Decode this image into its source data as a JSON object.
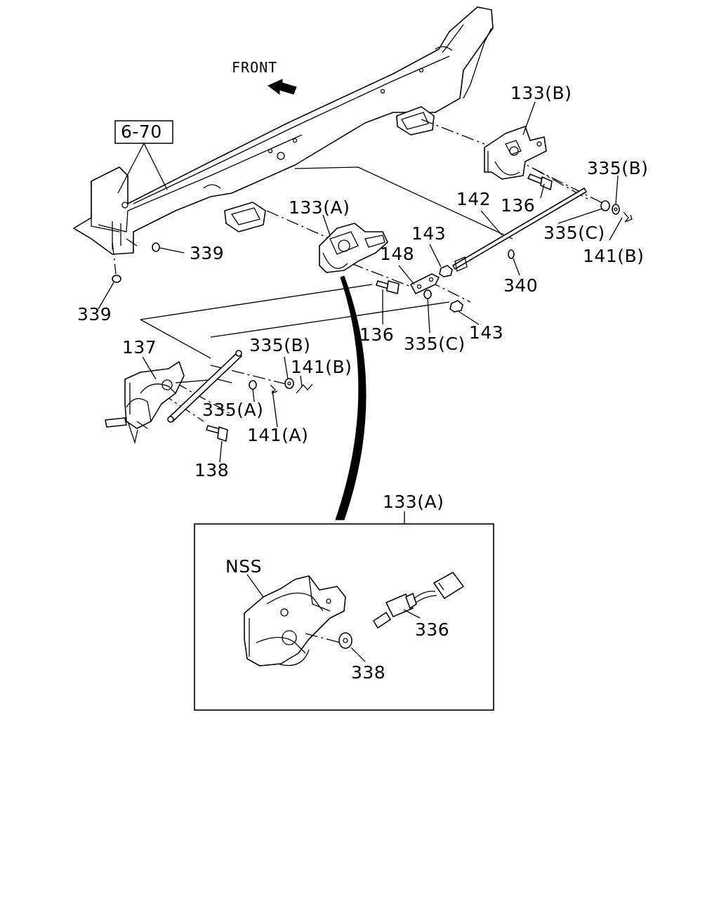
{
  "direction_label": "FRONT",
  "reference_box": "6-70",
  "labels": {
    "l133B": "133(B)",
    "l335B_top": "335(B)",
    "l133A": "133(A)",
    "l142": "142",
    "l136_right": "136",
    "l339_mid": "339",
    "l339_left": "339",
    "l143_top": "143",
    "l148": "148",
    "l335C_right": "335(C)",
    "l141B_right": "141(B)",
    "l340": "340",
    "l136_mid": "136",
    "l335C_mid": "335(C)",
    "l143_bottom": "143",
    "l137": "137",
    "l335B_left": "335(B)",
    "l141B_left": "141(B)",
    "l335A": "335(A)",
    "l141A": "141(A)",
    "l138": "138",
    "detail_title": "133(A)",
    "lNSS": "NSS",
    "l336": "336",
    "l338": "338"
  }
}
